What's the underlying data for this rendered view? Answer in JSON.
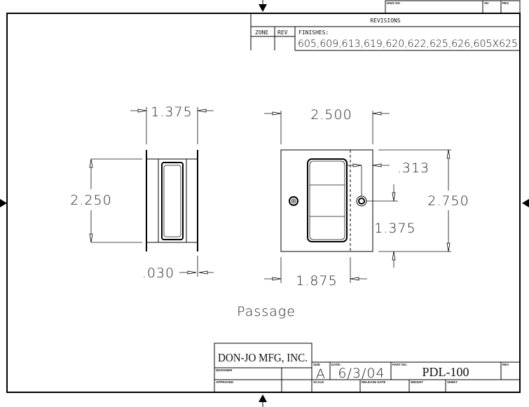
{
  "title_block_top": {
    "dwg_no_label": "DWG NO",
    "sh_label": "SH",
    "rev_label": "REV"
  },
  "revisions": {
    "title": "REVISIONS",
    "zone_label": "ZONE",
    "rev_label": "REV",
    "finishes_label": "FINISHES:",
    "finishes_value": "605,609,613,619,620,622,625,626,605X625"
  },
  "side_view": {
    "width_dim": "1.375",
    "height_dim": "2.250",
    "flange_dim": ".030"
  },
  "front_view": {
    "width_dim": "2.500",
    "height_dim": "2.750",
    "offset_dim": ".313",
    "hole_height_dim": "1.375",
    "split_dim": "1.875"
  },
  "caption": "Passage",
  "title_block": {
    "company": "DON-JO MFG, INC.",
    "designer_label": "DESIGNER",
    "approved_label": "APPROVED",
    "size_label": "SIZE",
    "size_value": "A",
    "date_label": "DATE:",
    "date_value": "6/3/04",
    "part_no_label": "PART NO.",
    "part_no_value": "PDL-100",
    "rev_label": "REV",
    "scale_label": "SCALE",
    "release_date_label": "RELEASE DATE",
    "weight_label": "WEIGHT",
    "sheet_label": "SHEET"
  }
}
